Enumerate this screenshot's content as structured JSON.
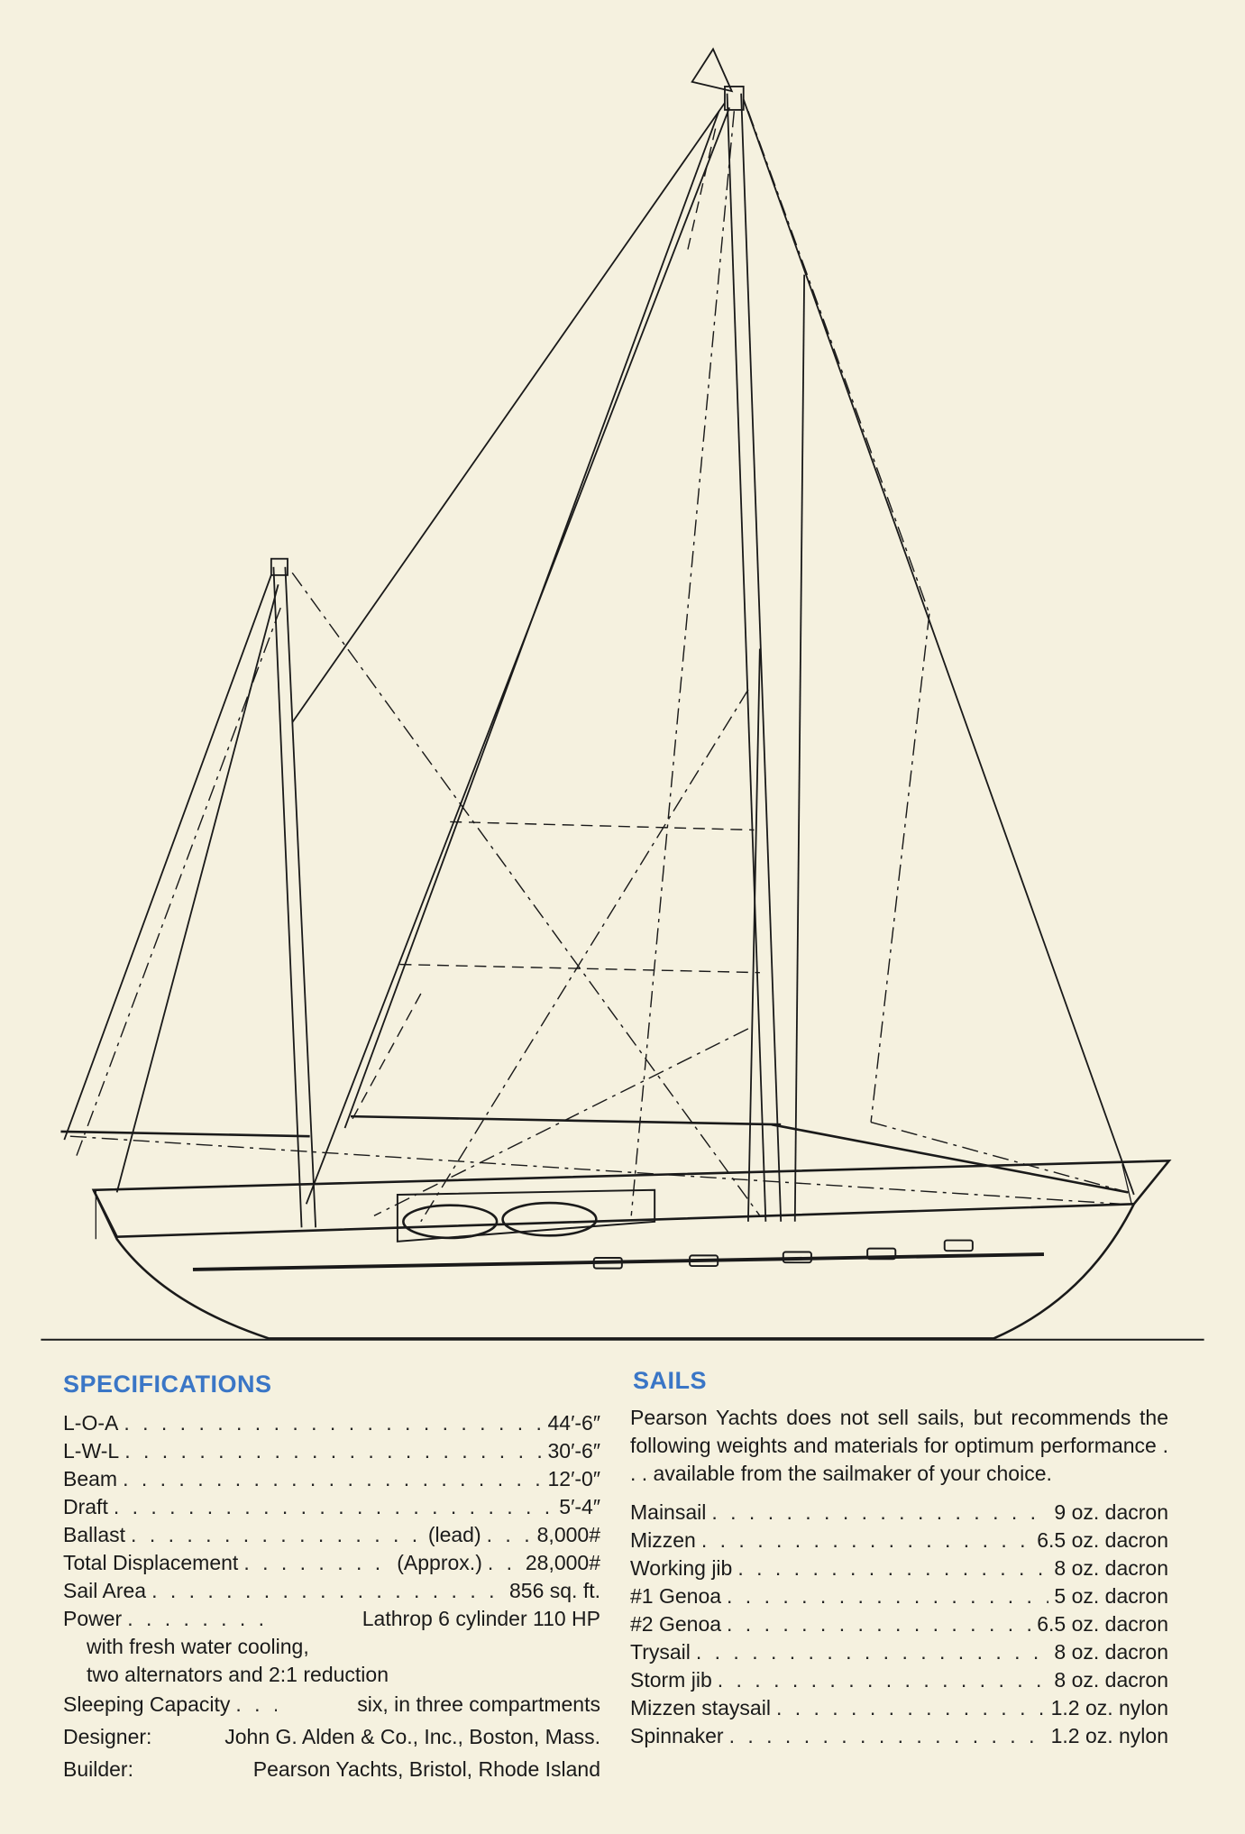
{
  "specifications": {
    "heading": "SPECIFICATIONS",
    "rows": [
      {
        "label": "L-O-A",
        "value": "44′-6″"
      },
      {
        "label": "L-W-L",
        "value": "30′-6″"
      },
      {
        "label": "Beam",
        "value": "12′-0″"
      },
      {
        "label": "Draft",
        "value": "5′-4″"
      },
      {
        "label": "Ballast",
        "note": "(lead)",
        "value": "8,000#"
      },
      {
        "label": "Total Displacement",
        "note": "(Approx.)",
        "value": "28,000#"
      },
      {
        "label": "Sail Area",
        "value": "856 sq. ft."
      }
    ],
    "power": {
      "label": "Power",
      "value": "Lathrop 6 cylinder 110 HP",
      "line2": "with fresh water cooling,",
      "line3": "two alternators and 2:1 reduction"
    },
    "sleeping": {
      "label": "Sleeping Capacity",
      "value": "six, in three compartments"
    },
    "designer": {
      "label": "Designer:",
      "value": "John G. Alden & Co., Inc., Boston, Mass."
    },
    "builder": {
      "label": "Builder:",
      "value": "Pearson Yachts, Bristol, Rhode Island"
    }
  },
  "sails": {
    "heading": "SAILS",
    "intro": "Pearson Yachts does not sell sails, but recommends the following weights and materials for optimum performance . . . available from the sailmaker of your choice.",
    "rows": [
      {
        "label": "Mainsail",
        "value": "9 oz. dacron"
      },
      {
        "label": "Mizzen",
        "value": "6.5 oz. dacron"
      },
      {
        "label": "Working jib",
        "value": "8 oz. dacron"
      },
      {
        "label": "#1 Genoa",
        "value": "5 oz. dacron"
      },
      {
        "label": "#2 Genoa",
        "value": "6.5 oz. dacron"
      },
      {
        "label": "Trysail",
        "value": "8 oz. dacron"
      },
      {
        "label": "Storm jib",
        "value": "8 oz. dacron"
      },
      {
        "label": "Mizzen staysail",
        "value": "1.2 oz. nylon"
      },
      {
        "label": "Spinnaker",
        "value": "1.2 oz. nylon"
      }
    ]
  },
  "colors": {
    "heading": "#3a76c6",
    "paper": "#f5f1df",
    "ink": "#1a1a1a"
  }
}
